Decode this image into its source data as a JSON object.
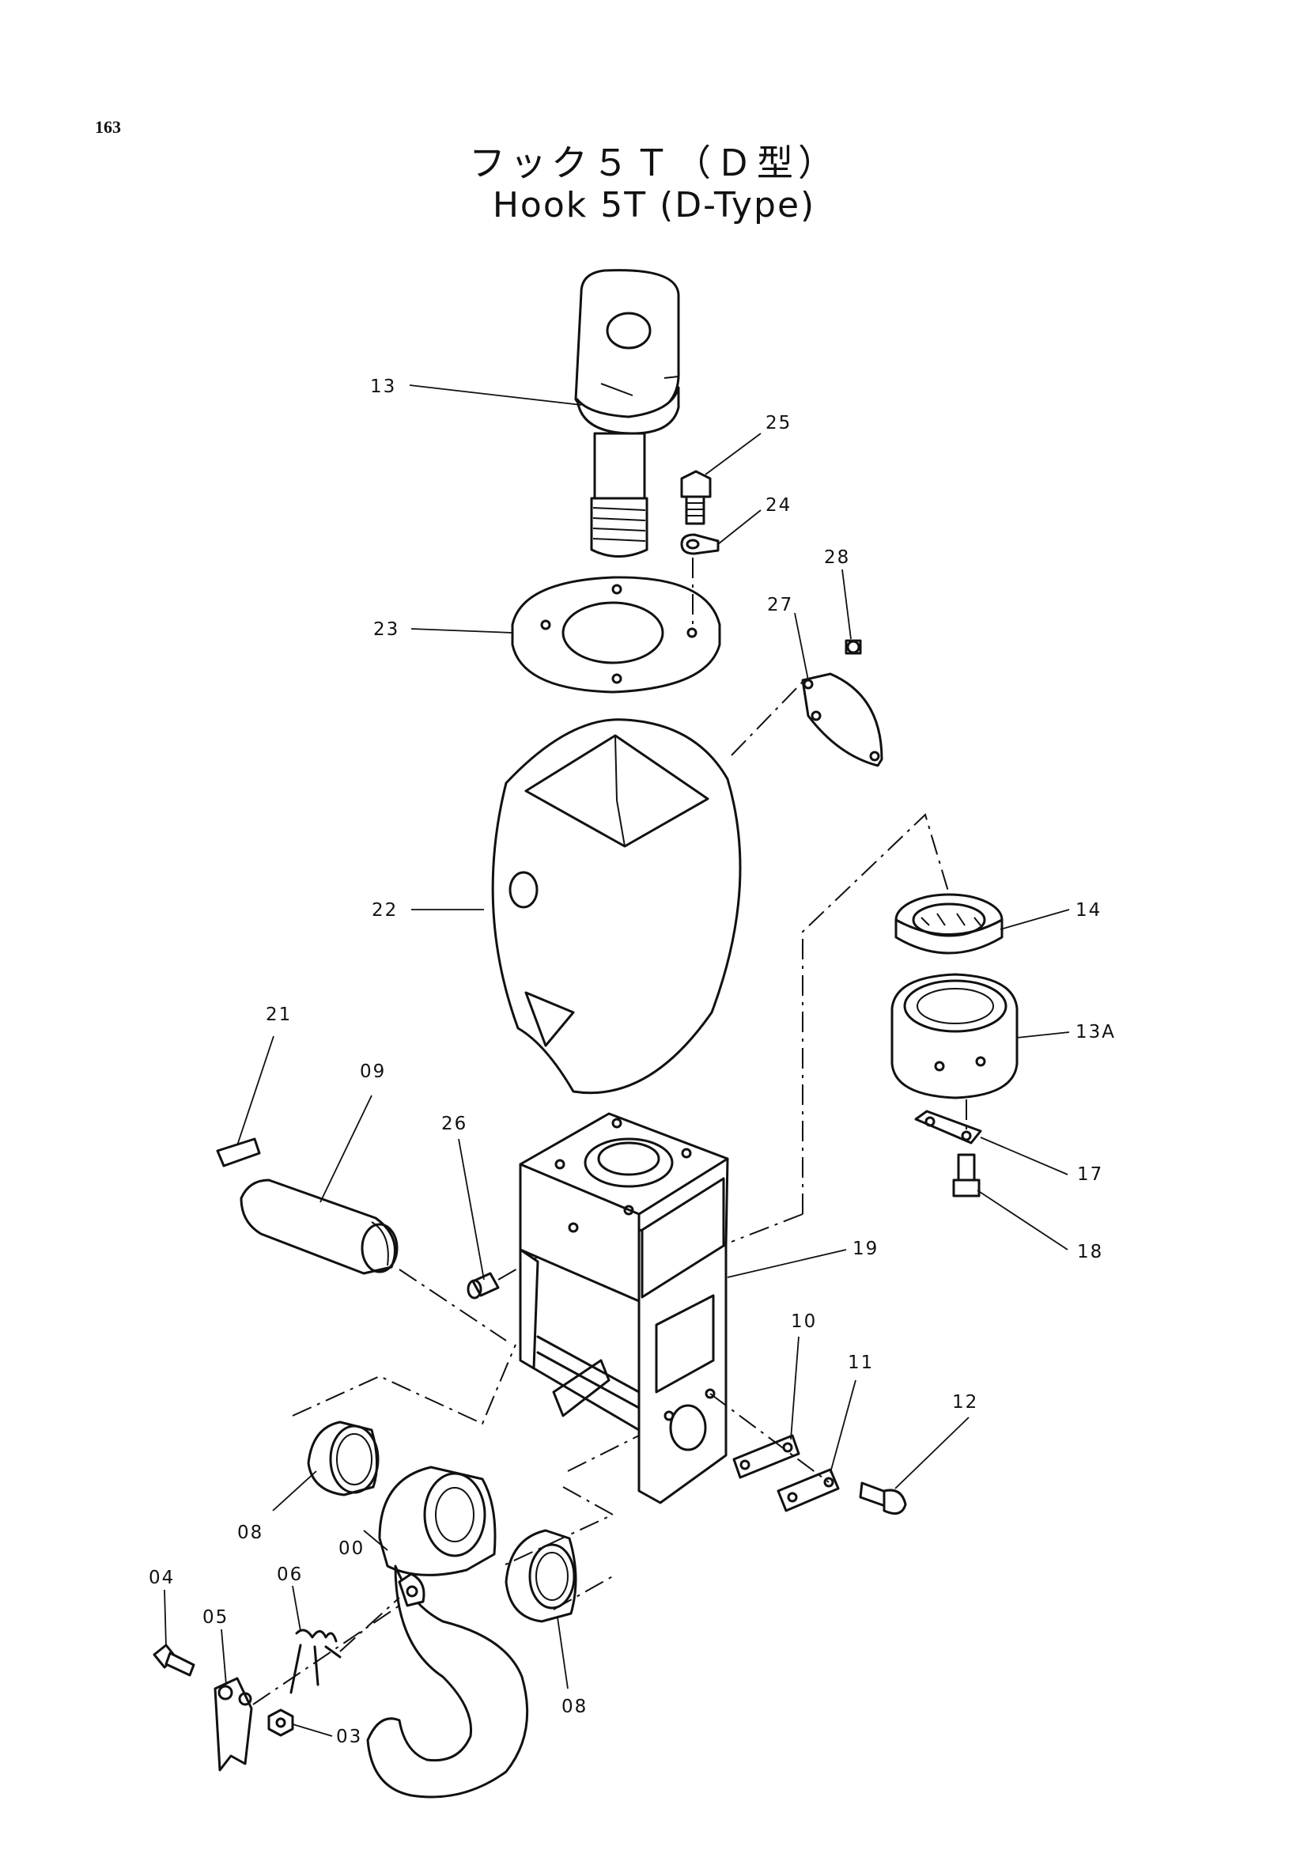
{
  "page": {
    "number": "163",
    "title_jp": "フック５Ｔ（Ｄ型）",
    "title_en": "Hook 5T (D-Type)"
  },
  "callouts": {
    "p13": "13",
    "p25": "25",
    "p24": "24",
    "p28": "28",
    "p23": "23",
    "p27": "27",
    "p22": "22",
    "p14": "14",
    "p13a": "13A",
    "p21": "21",
    "p09": "09",
    "p26": "26",
    "p17": "17",
    "p18": "18",
    "p19": "19",
    "p10": "10",
    "p11": "11",
    "p12": "12",
    "p08a": "08",
    "p00": "00",
    "p04": "04",
    "p06": "06",
    "p05": "05",
    "p03": "03",
    "p08b": "08"
  }
}
